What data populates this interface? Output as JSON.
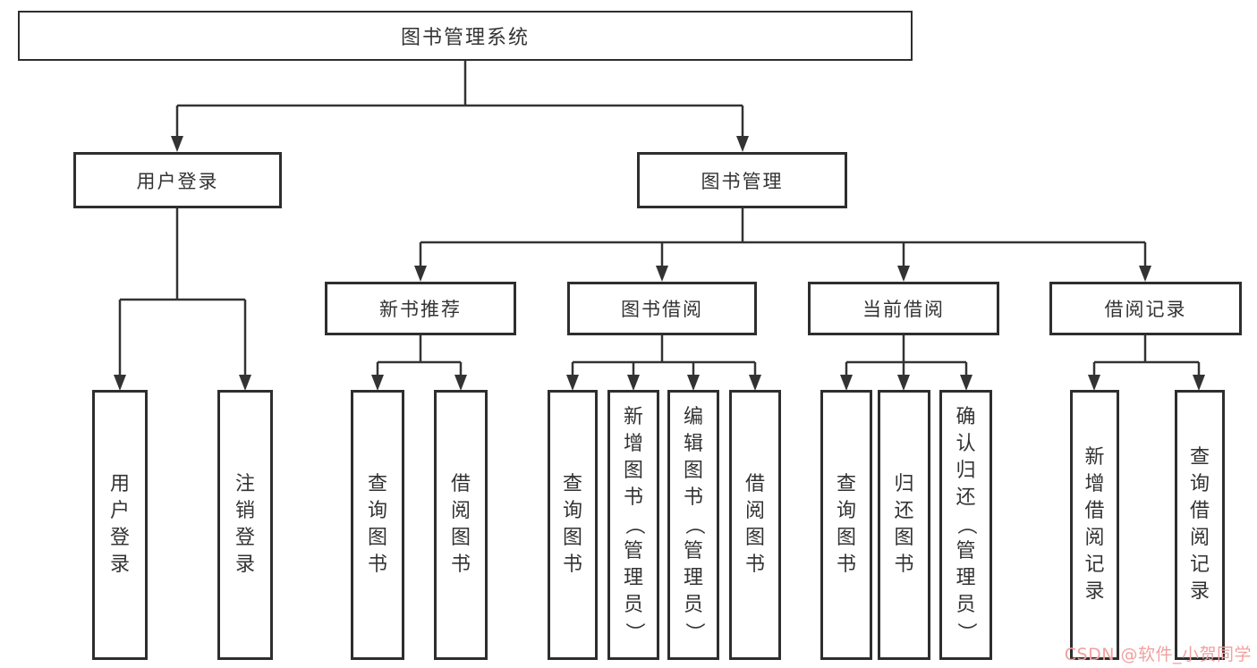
{
  "diagram": {
    "title": "图书管理系统",
    "watermark": "CSDN @软件_小贺同学",
    "colors": {
      "line": "#333333",
      "border": "#2e2e2e",
      "text": "#333333",
      "background": "#ffffff",
      "watermark": "#f2a0a0"
    },
    "nodes": {
      "root": {
        "label": "图书管理系统"
      },
      "user_login": {
        "label": "用户登录"
      },
      "book_mgmt": {
        "label": "图书管理"
      },
      "new_book_rec": {
        "label": "新书推荐"
      },
      "book_borrow": {
        "label": "图书借阅"
      },
      "current_borrow": {
        "label": "当前借阅"
      },
      "borrow_records": {
        "label": "借阅记录"
      },
      "login_action": {
        "label": "用户登录"
      },
      "logout_action": {
        "label": "注销登录"
      },
      "rec_query_book": {
        "label": "查询图书"
      },
      "rec_borrow_book": {
        "label": "借阅图书"
      },
      "bb_query_book": {
        "label": "查询图书"
      },
      "bb_add_book": {
        "label": "新增图书（管理员）"
      },
      "bb_edit_book": {
        "label": "编辑图书（管理员）"
      },
      "bb_borrow_book": {
        "label": "借阅图书"
      },
      "cb_query_book": {
        "label": "查询图书"
      },
      "cb_return_book": {
        "label": "归还图书"
      },
      "cb_confirm_return": {
        "label": "确认归还（管理员）"
      },
      "br_add_record": {
        "label": "新增借阅记录"
      },
      "br_query_record": {
        "label": "查询借阅记录"
      }
    }
  }
}
